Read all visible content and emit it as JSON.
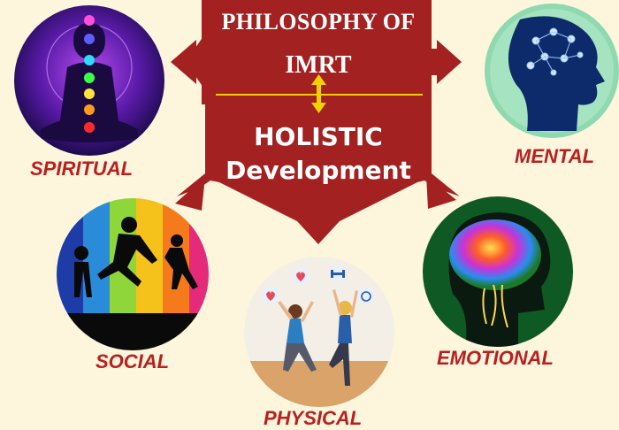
{
  "title": {
    "line1": "PHILOSOPHY OF",
    "line2": "IMRT"
  },
  "center": {
    "line1": "HOLISTIC",
    "line2": "Development"
  },
  "nodes": {
    "spiritual": "SPIRITUAL",
    "mental": "MENTAL",
    "social": "SOCIAL",
    "physical": "PHYSICAL",
    "emotional": "EMOTIONAL"
  },
  "colors": {
    "background": "#fdf6dc",
    "hub": "#a32121",
    "label": "#b82020",
    "divider": "#f5d000"
  }
}
